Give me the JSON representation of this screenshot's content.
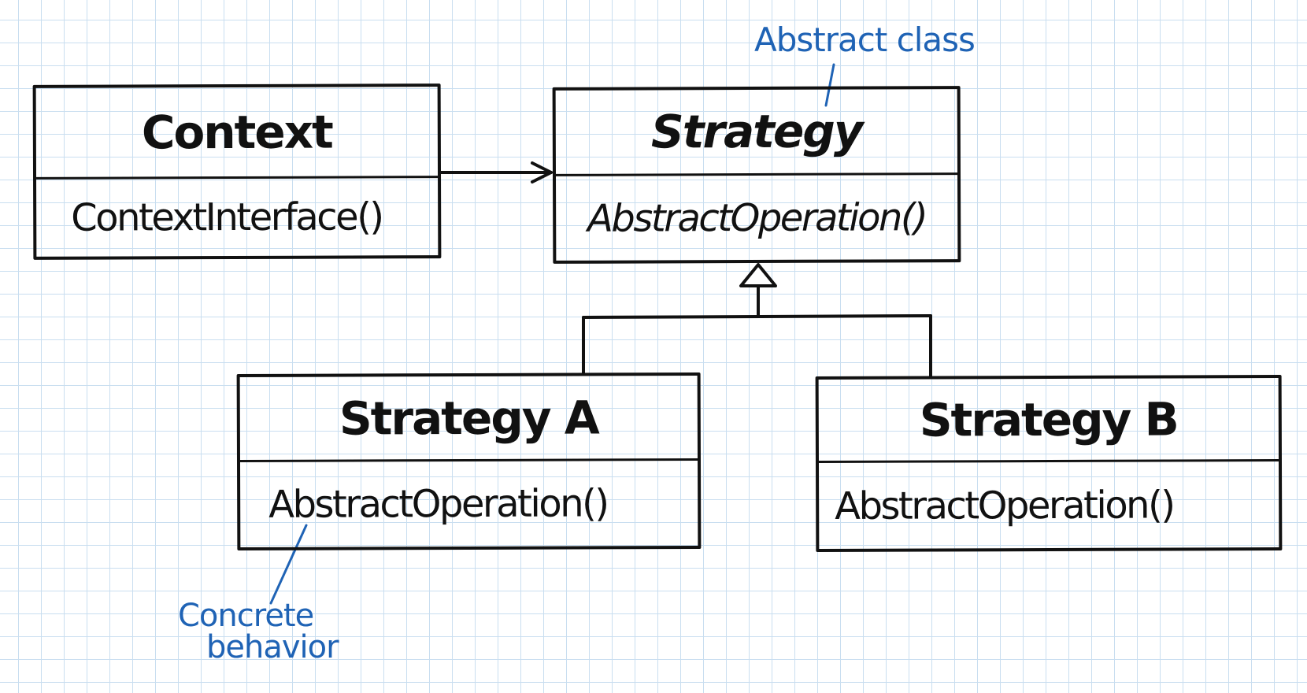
{
  "diagram": {
    "context": {
      "title": "Context",
      "method": "ContextInterface()"
    },
    "strategy": {
      "title": "Strategy",
      "method": "AbstractOperation()"
    },
    "strategy_a": {
      "title": "Strategy A",
      "method": "AbstractOperation()"
    },
    "strategy_b": {
      "title": "Strategy B",
      "method": "AbstractOperation()"
    },
    "annotations": {
      "abstract_class": "Abstract class",
      "concrete_line1": "Concrete",
      "concrete_line2": "behavior"
    }
  },
  "colors": {
    "ink": "#111111",
    "annotation": "#1f63b5",
    "grid": "#c9def0",
    "paper": "#ffffff"
  }
}
